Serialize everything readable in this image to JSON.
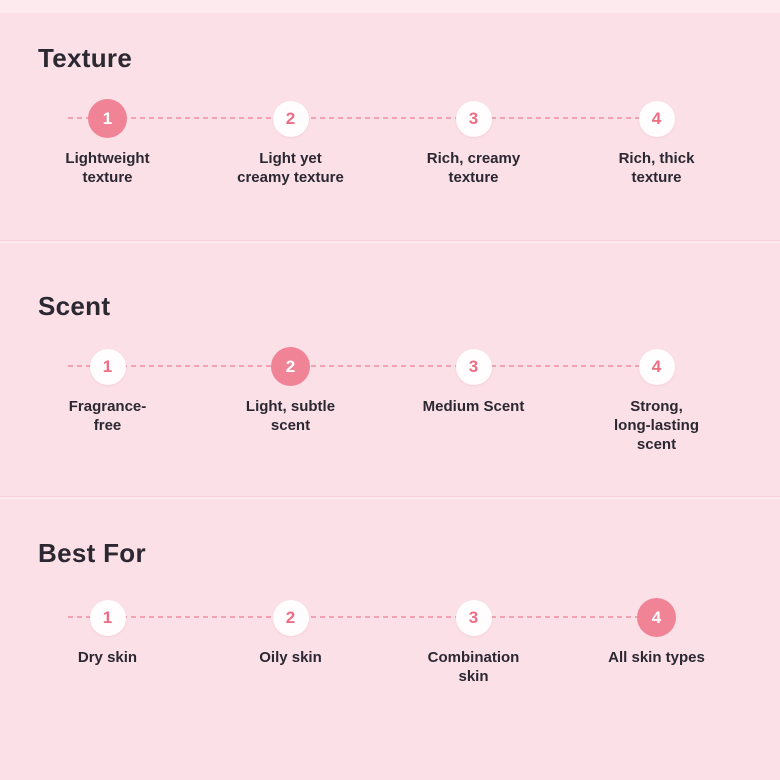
{
  "colors": {
    "background": "#fdeaee",
    "panel": "#fbe0e7",
    "divider": "#f6d2db",
    "accent": "#f08396",
    "accent_text": "#ee6d84",
    "track": "#f2a2b1",
    "text": "#2b2831",
    "circle": "#fffdfe"
  },
  "sections": [
    {
      "title": "Texture",
      "selected": 1,
      "options": [
        {
          "number": "1",
          "label": "Lightweight\ntexture"
        },
        {
          "number": "2",
          "label": "Light yet\ncreamy texture"
        },
        {
          "number": "3",
          "label": "Rich, creamy\ntexture"
        },
        {
          "number": "4",
          "label": "Rich, thick\ntexture"
        }
      ]
    },
    {
      "title": "Scent",
      "selected": 2,
      "options": [
        {
          "number": "1",
          "label": "Fragrance-\nfree"
        },
        {
          "number": "2",
          "label": "Light, subtle\nscent"
        },
        {
          "number": "3",
          "label": "Medium Scent"
        },
        {
          "number": "4",
          "label": "Strong,\nlong-lasting\nscent"
        }
      ]
    },
    {
      "title": "Best For",
      "selected": 4,
      "options": [
        {
          "number": "1",
          "label": "Dry skin"
        },
        {
          "number": "2",
          "label": "Oily skin"
        },
        {
          "number": "3",
          "label": "Combination\nskin"
        },
        {
          "number": "4",
          "label": "All skin types"
        }
      ]
    }
  ]
}
